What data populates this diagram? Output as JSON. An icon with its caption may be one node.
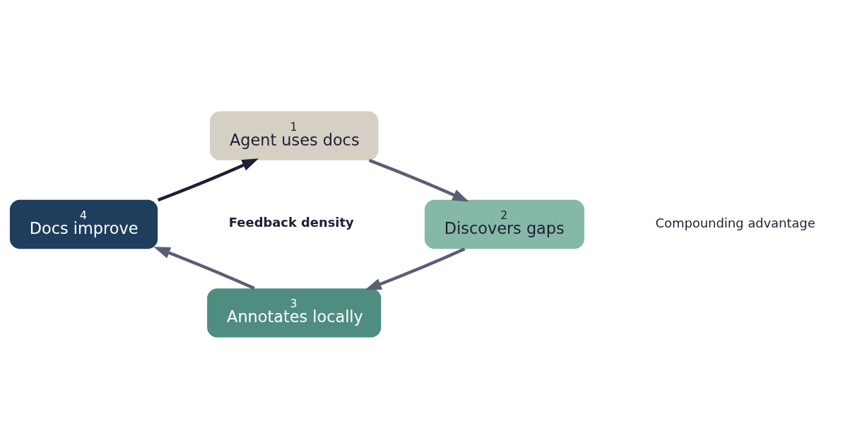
{
  "diagram": {
    "nodes": [
      {
        "text": [
          "1",
          "Agent uses docs"
        ]
      },
      {
        "text": [
          "2",
          "Discovers gaps"
        ]
      },
      {
        "text": [
          "3",
          "Annotates locally"
        ]
      },
      {
        "text": [
          "4",
          "Docs improve"
        ]
      }
    ],
    "edges": [
      {
        "from": 0,
        "to": 1,
        "arrow": "to"
      },
      {
        "from": 1,
        "to": 2,
        "arrow": "to"
      },
      {
        "from": 2,
        "to": 3,
        "arrow": "to"
      },
      {
        "from": 3,
        "to": 0,
        "arrow": "to",
        "color": "#1c1f35"
      }
    ],
    "labels": [
      "Feedback density",
      "Compounding advantage"
    ]
  }
}
